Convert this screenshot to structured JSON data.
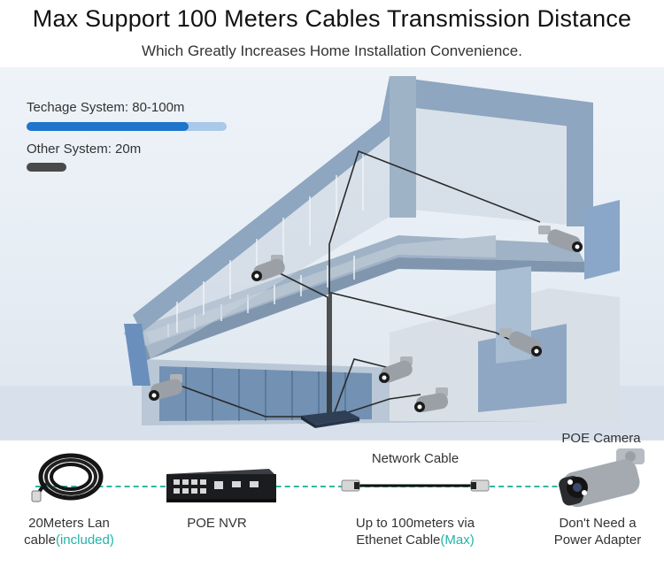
{
  "header": {
    "title": "Max Support 100 Meters Cables Transmission Distance",
    "subtitle": "Which Greatly Increases Home Installation Convenience."
  },
  "comparison": {
    "techage_label": "Techage System:  80-100m",
    "other_label": "Other System:  20m",
    "techage_level_fraction": 0.81,
    "other_level_fraction": 0.2,
    "techage_color": "#1f74cc",
    "other_color": "#4a4a4a"
  },
  "items": {
    "lan_cable": {
      "line1": "20Meters Lan",
      "line2_prefix": "cable",
      "line2_highlight": "(included)"
    },
    "nvr": {
      "label": "POE NVR"
    },
    "network_cable": {
      "title": "Network Cable",
      "line1": "Up to 100meters via",
      "line2_prefix": "Ethenet Cable",
      "line2_highlight": "(Max)"
    },
    "camera": {
      "title": "POE Camera",
      "line1": "Don't Need a",
      "line2": "Power Adapter"
    }
  },
  "colors": {
    "accent": "#1fb5a8",
    "dash": "#2fb6a6",
    "bar_blue": "#1f74cc"
  },
  "icons": [
    "house-illustration",
    "bullet-camera-icon",
    "coiled-cable-icon",
    "nvr-recorder-icon",
    "ethernet-cable-icon",
    "poe-switch-icon"
  ]
}
